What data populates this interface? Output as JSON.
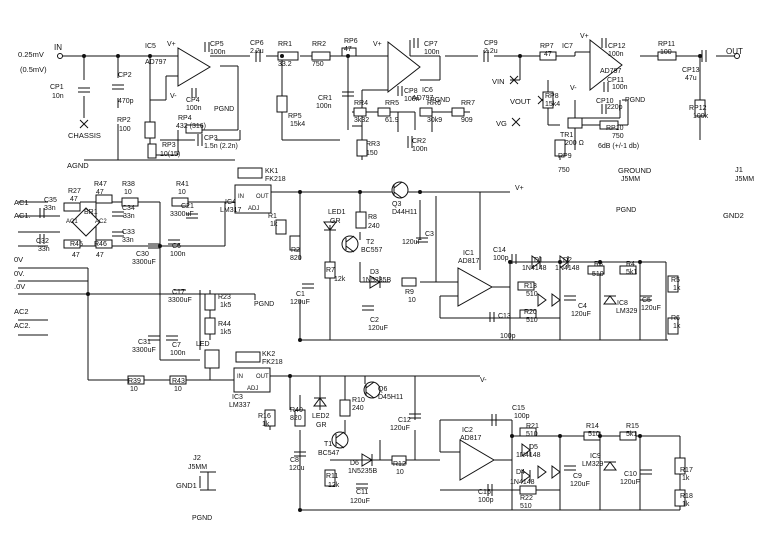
{
  "nets": {
    "in": "IN",
    "in_level_1": "0.25mV",
    "in_level_2": "(0.5mV)",
    "chassis": "CHASSIS",
    "agnd": "AGND",
    "pgnd": "PGND",
    "vin": "VIN",
    "vout": "VOUT",
    "vg": "VG",
    "out": "OUT",
    "vplus": "V+",
    "vminus": "V-",
    "ground": "GROUND",
    "gnd1": "GND1",
    "gnd2": "GND2",
    "ac1": "AC1",
    "ac1b": "AC1.",
    "ov1": "0V",
    "ov2": "0V.",
    "ov3": ".0V",
    "ac2": "AC2",
    "ac2b": "AC2.",
    "ac1_br": "AC1",
    "ac2_br": "AC2"
  },
  "components": {
    "CP1": {
      "ref": "CP1",
      "value": "10n"
    },
    "CP2": {
      "ref": "CP2",
      "value": "470p"
    },
    "RP2": {
      "ref": "RP2",
      "value": "100"
    },
    "IC5": {
      "ref": "IC5",
      "value": "AD797"
    },
    "CP5": {
      "ref": "CP5",
      "value": "100n"
    },
    "CP4": {
      "ref": "CP4",
      "value": "100n"
    },
    "RP4": {
      "ref": "RP4",
      "value": "432 (316)"
    },
    "RP3": {
      "ref": "RP3",
      "value": "10(15)"
    },
    "CP3": {
      "ref": "CP3",
      "value": "1.5n (2.2n)"
    },
    "CP6": {
      "ref": "CP6",
      "value": "2.2u"
    },
    "RR1": {
      "ref": "RR1",
      "value": "33.2"
    },
    "RR2": {
      "ref": "RR2",
      "value": "750"
    },
    "RP5": {
      "ref": "RP5",
      "value": "15k4"
    },
    "RP6": {
      "ref": "RP6",
      "value": "47"
    },
    "CR1": {
      "ref": "CR1",
      "value": "100n"
    },
    "IC6": {
      "ref": "IC6",
      "value": "AD797"
    },
    "CP7": {
      "ref": "CP7",
      "value": "100n"
    },
    "CP8": {
      "ref": "CP8",
      "value": "100n"
    },
    "RR4": {
      "ref": "RR4",
      "value": "3k32"
    },
    "RR5": {
      "ref": "RR5",
      "value": "61.9"
    },
    "RR6": {
      "ref": "RR6",
      "value": "30k9"
    },
    "RR7": {
      "ref": "RR7",
      "value": "909"
    },
    "RR3": {
      "ref": "RR3",
      "value": "150"
    },
    "CR2": {
      "ref": "CR2",
      "value": "100n"
    },
    "CP9": {
      "ref": "CP9",
      "value": "2.2u"
    },
    "RP7": {
      "ref": "RP7",
      "value": "47"
    },
    "IC7": {
      "ref": "IC7",
      "value": "AD797"
    },
    "CP12": {
      "ref": "CP12",
      "value": "100n"
    },
    "CP11": {
      "ref": "CP11",
      "value": "100n"
    },
    "RP8": {
      "ref": "RP8",
      "value": "15k4"
    },
    "CP10": {
      "ref": "CP10",
      "value": "220p"
    },
    "RP10": {
      "ref": "RP10",
      "value": "750"
    },
    "TR1": {
      "ref": "TR1",
      "value": "200 Ω"
    },
    "RP9": {
      "ref": "RP9",
      "value": "750"
    },
    "RP11": {
      "ref": "RP11",
      "value": "100"
    },
    "CP13": {
      "ref": "CP13",
      "value": "47u"
    },
    "RP12": {
      "ref": "RP12",
      "value": "100k"
    },
    "J5": {
      "ref": "J1",
      "value": "J5MM"
    },
    "JG": {
      "ref": "",
      "value": "J5MM"
    },
    "C35": {
      "ref": "C35",
      "value": "33n"
    },
    "C32": {
      "ref": "C32",
      "value": "33n"
    },
    "R27": {
      "ref": "R27",
      "value": "47"
    },
    "R45": {
      "ref": "R45",
      "value": "47"
    },
    "R47": {
      "ref": "R47",
      "value": "47"
    },
    "R46": {
      "ref": "R46",
      "value": "47"
    },
    "BR1": {
      "ref": "BR1",
      "value": ""
    },
    "R38": {
      "ref": "R38",
      "value": "10"
    },
    "C34": {
      "ref": "C34",
      "value": "33n"
    },
    "C33": {
      "ref": "C33",
      "value": "33n"
    },
    "R41": {
      "ref": "R41",
      "value": "10"
    },
    "C21": {
      "ref": "C21",
      "value": "3300uF"
    },
    "C30": {
      "ref": "C30",
      "value": "3300uF"
    },
    "C6": {
      "ref": "C6",
      "value": "100n"
    },
    "KK1": {
      "ref": "KK1",
      "value": "FK218"
    },
    "IC4": {
      "ref": "IC4",
      "value": "LM317"
    },
    "R1": {
      "ref": "R1",
      "value": "1k"
    },
    "R2": {
      "ref": "R2",
      "value": "820"
    },
    "C1": {
      "ref": "C1",
      "value": "120uF"
    },
    "LED1": {
      "ref": "LED1",
      "value": "GR"
    },
    "R8": {
      "ref": "R8",
      "value": "240"
    },
    "Q3": {
      "ref": "Q3",
      "value": "D44H11"
    },
    "T2": {
      "ref": "T2",
      "value": "BC557"
    },
    "R7": {
      "ref": "R7",
      "value": "12k"
    },
    "D3": {
      "ref": "D3",
      "value": "1N5235B"
    },
    "C2": {
      "ref": "C2",
      "value": "120uF"
    },
    "R9": {
      "ref": "R9",
      "value": "10"
    },
    "C3": {
      "ref": "C3",
      "value": "120uF"
    },
    "IC1": {
      "ref": "IC1",
      "value": "AD817"
    },
    "C14": {
      "ref": "C14",
      "value": "100p"
    },
    "D1": {
      "ref": "D1",
      "value": "1N4148"
    },
    "D2": {
      "ref": "D2",
      "value": "1N4148"
    },
    "R3": {
      "ref": "R3",
      "value": "510"
    },
    "R4": {
      "ref": "R4",
      "value": "5k1"
    },
    "R5": {
      "ref": "R5",
      "value": "1k"
    },
    "R13": {
      "ref": "R13",
      "value": "510"
    },
    "R20": {
      "ref": "R20",
      "value": "510"
    },
    "C13": {
      "ref": "C13",
      "value": "100p"
    },
    "C4": {
      "ref": "C4",
      "value": "120uF"
    },
    "IC8": {
      "ref": "IC8",
      "value": "LM329"
    },
    "C5": {
      "ref": "C5",
      "value": "120uF"
    },
    "R6": {
      "ref": "R6",
      "value": "1k"
    },
    "C17": {
      "ref": "C17",
      "value": "3300uF"
    },
    "R23": {
      "ref": "R23",
      "value": "1k5"
    },
    "R44": {
      "ref": "R44",
      "value": "1k5"
    },
    "LED": {
      "ref": "LED",
      "value": ""
    },
    "C31": {
      "ref": "C31",
      "value": "3300uF"
    },
    "C7": {
      "ref": "C7",
      "value": "100n"
    },
    "R39": {
      "ref": "R39",
      "value": "10"
    },
    "R43": {
      "ref": "R43",
      "value": "10"
    },
    "KK2": {
      "ref": "KK2",
      "value": "FK218"
    },
    "IC3": {
      "ref": "IC3",
      "value": "LM337"
    },
    "R16": {
      "ref": "R16",
      "value": "1k"
    },
    "R40": {
      "ref": "R40",
      "value": "820"
    },
    "LED2": {
      "ref": "LED2",
      "value": "GR"
    },
    "R10": {
      "ref": "R10",
      "value": "240"
    },
    "Q6": {
      "ref": "Q6",
      "value": "D45H11"
    },
    "T1": {
      "ref": "T1",
      "value": "BC547"
    },
    "C8": {
      "ref": "C8",
      "value": "120u"
    },
    "D6": {
      "ref": "D6",
      "value": "1N5235B"
    },
    "R11": {
      "ref": "R11",
      "value": "12k"
    },
    "C11": {
      "ref": "C11",
      "value": "120uF"
    },
    "R12": {
      "ref": "R12",
      "value": "10"
    },
    "C12": {
      "ref": "C12",
      "value": "120uF"
    },
    "IC2": {
      "ref": "IC2",
      "value": "AD817"
    },
    "C15": {
      "ref": "C15",
      "value": "100p"
    },
    "R21": {
      "ref": "R21",
      "value": "510"
    },
    "D5": {
      "ref": "D5",
      "value": "1N4148"
    },
    "D4": {
      "ref": "D4",
      "value": "1N4148"
    },
    "R22": {
      "ref": "R22",
      "value": "510"
    },
    "C16": {
      "ref": "C16",
      "value": "100p"
    },
    "C9": {
      "ref": "C9",
      "value": "120uF"
    },
    "R14": {
      "ref": "R14",
      "value": "510"
    },
    "IC9": {
      "ref": "IC9",
      "value": "LM329"
    },
    "R15": {
      "ref": "R15",
      "value": "5k1"
    },
    "C10": {
      "ref": "C10",
      "value": "120uF"
    },
    "R17": {
      "ref": "R17",
      "value": "1k"
    },
    "R18": {
      "ref": "R18",
      "value": "1k"
    },
    "J2": {
      "ref": "J2",
      "value": "J5MM"
    }
  },
  "notes": {
    "gain": "6dB (+/-1 db)",
    "reg_in": "IN",
    "reg_out": "OUT",
    "reg_adj": "ADJ",
    "pin_in": "IN",
    "pin_out": "OUT",
    "pin_adj": "ADJ"
  }
}
